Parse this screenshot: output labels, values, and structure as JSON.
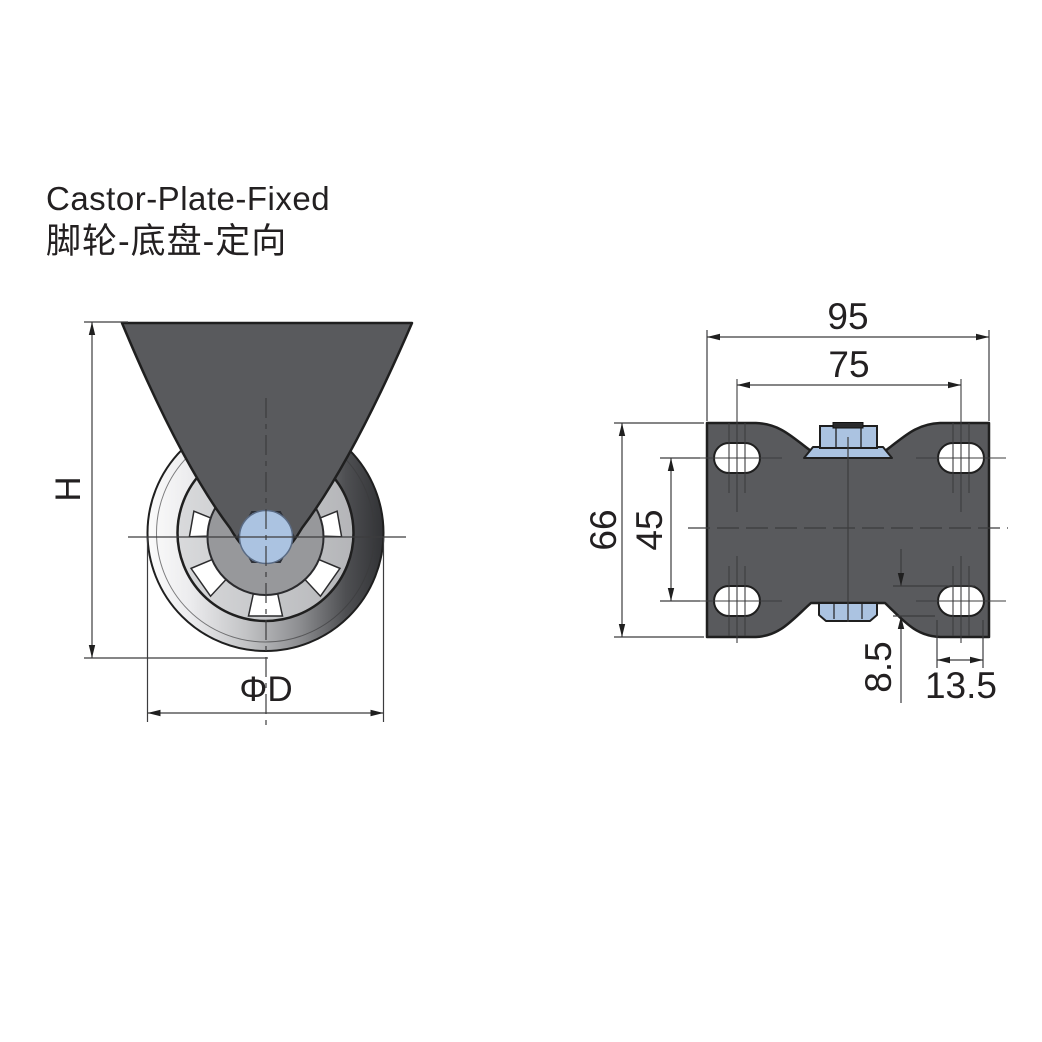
{
  "title": {
    "line1": "Castor-Plate-Fixed",
    "line2": "脚轮-底盘-定向"
  },
  "front_view": {
    "dim_height": "H",
    "dim_wheel_diameter": "ΦD"
  },
  "top_view": {
    "dim_plate_width": "95",
    "dim_hole_spacing_width": "75",
    "dim_plate_depth": "66",
    "dim_hole_spacing_depth": "45",
    "dim_slot_width": "8.5",
    "dim_slot_length": "13.5"
  },
  "colors": {
    "steel_dark_gray": "#595a5d",
    "zinc_blue": "#abc3e1",
    "hub_light_gray": "#c7c8ca",
    "outline": "#1f1f1f"
  }
}
